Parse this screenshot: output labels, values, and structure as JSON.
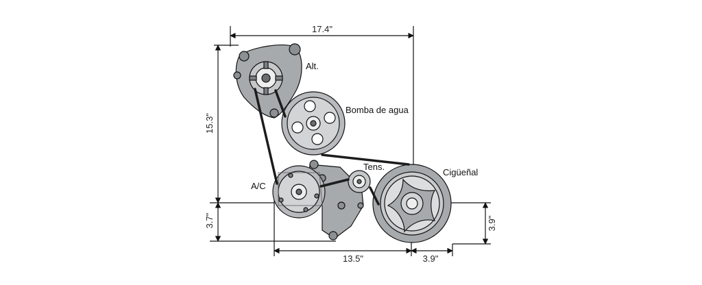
{
  "dimensions": {
    "top_width": "17.4\"",
    "left_height": "15.3\"",
    "left_lower": "3.7\"",
    "right_height": "3.9\"",
    "bottom_left": "13.5\"",
    "bottom_right": "3.9\""
  },
  "components": {
    "alternator": "Alt.",
    "water_pump": "Bomba de agua",
    "tensioner": "Tens.",
    "crankshaft": "Cigüeñal",
    "ac": "A/C"
  },
  "colors": {
    "metal": "#a7aaad",
    "metal_dark": "#7d8083",
    "belt": "#1c1c1c",
    "line": "#111111"
  }
}
